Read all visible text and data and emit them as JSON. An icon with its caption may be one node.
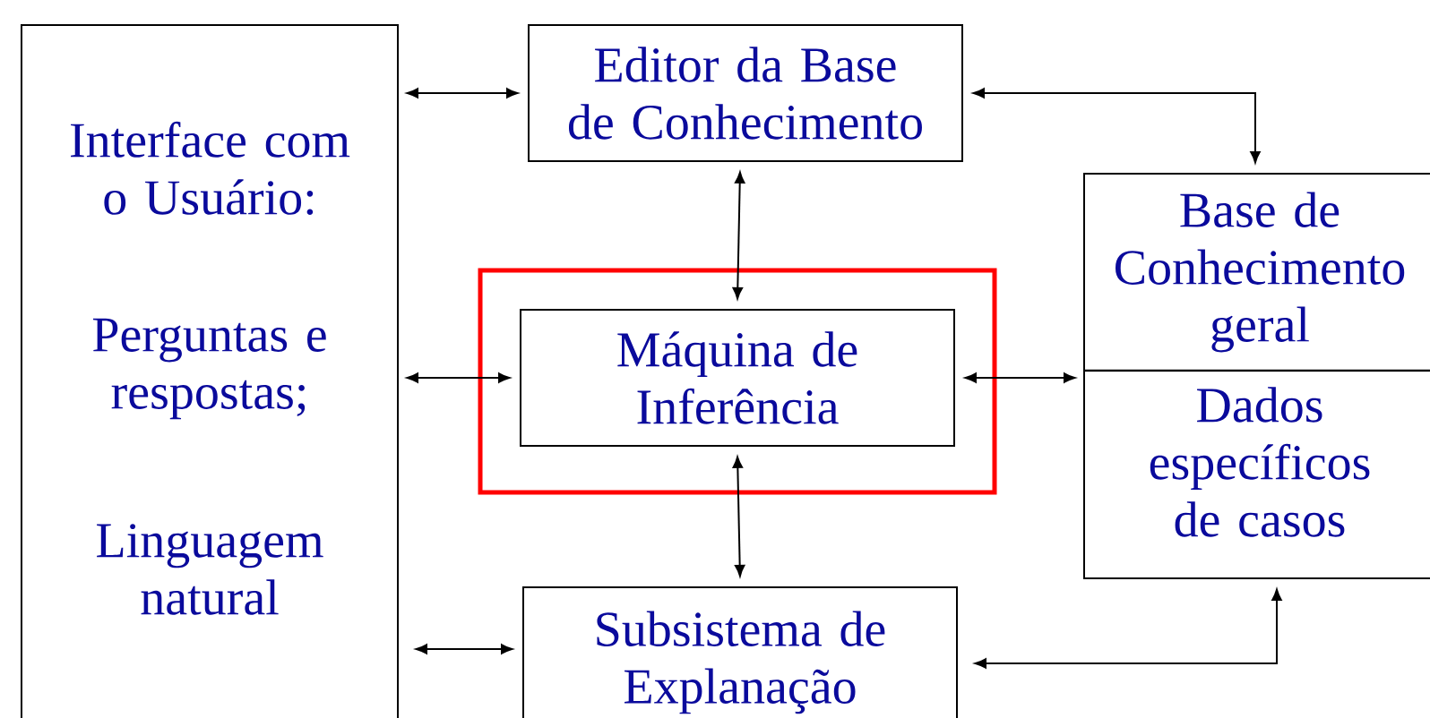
{
  "diagram": {
    "nodes": [
      {
        "text": [
          "Interface com o Usuário:",
          "Perguntas e respostas;",
          "Linguagem natural"
        ]
      },
      {
        "text": [
          "Editor da Base de Conhecimento"
        ]
      },
      {
        "text": [],
        "shape": "box"
      },
      {
        "text": [
          "Máquina de Inferência"
        ],
        "in": 2
      },
      {
        "text": [
          "Base de Conhecimento geral",
          "Dados específicos de casos"
        ]
      },
      {
        "text": [
          "Subsistema de Explanação"
        ]
      }
    ],
    "edges": [
      {
        "from": 0,
        "to": 1,
        "arrow": "both"
      },
      {
        "from": 1,
        "to": 4,
        "arrow": "both"
      },
      {
        "from": 1,
        "to": 3,
        "arrow": "both"
      },
      {
        "from": 0,
        "to": 3,
        "arrow": "both"
      },
      {
        "from": 3,
        "to": 4,
        "arrow": "both"
      },
      {
        "from": 3,
        "to": 5,
        "arrow": "both"
      },
      {
        "from": 0,
        "to": 5,
        "arrow": "both"
      },
      {
        "from": 5,
        "to": 4,
        "arrow": "both"
      }
    ]
  }
}
